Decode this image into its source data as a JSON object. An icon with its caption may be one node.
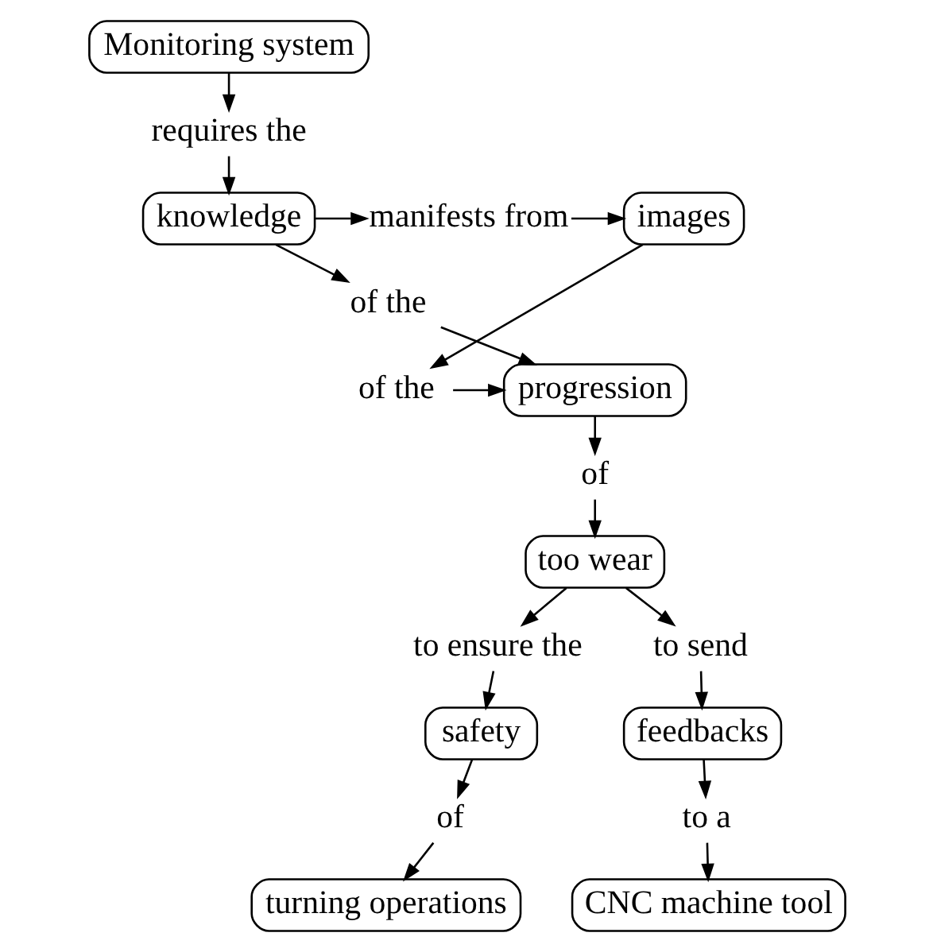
{
  "diagram": {
    "nodes": [
      {
        "text": [
          "Monitoring system"
        ]
      },
      {
        "text": [
          "requires the"
        ]
      },
      {
        "text": [
          "knowledge"
        ]
      },
      {
        "text": [
          "manifests from"
        ]
      },
      {
        "text": [
          "images"
        ]
      },
      {
        "text": [
          "of the"
        ]
      },
      {
        "text": [
          "of the"
        ]
      },
      {
        "text": [
          "progression"
        ]
      },
      {
        "text": [
          "of"
        ]
      },
      {
        "text": [
          "too wear"
        ]
      },
      {
        "text": [
          "to ensure the"
        ]
      },
      {
        "text": [
          "to send"
        ]
      },
      {
        "text": [
          "safety"
        ]
      },
      {
        "text": [
          "feedbacks"
        ]
      },
      {
        "text": [
          "of"
        ]
      },
      {
        "text": [
          "to a"
        ]
      },
      {
        "text": [
          "turning operations"
        ]
      },
      {
        "text": [
          "CNC machine tool"
        ]
      }
    ],
    "edges": [
      {
        "from": 0,
        "to": 1,
        "arrow": "to"
      },
      {
        "from": 1,
        "to": 2,
        "arrow": "to"
      },
      {
        "from": 2,
        "to": 3,
        "arrow": "to"
      },
      {
        "from": 3,
        "to": 4,
        "arrow": "to"
      },
      {
        "from": 2,
        "to": 5,
        "arrow": "to"
      },
      {
        "from": 4,
        "to": 6,
        "arrow": "to"
      },
      {
        "from": 5,
        "to": 7,
        "arrow": "to"
      },
      {
        "from": 6,
        "to": 7,
        "arrow": "to"
      },
      {
        "from": 7,
        "to": 8,
        "arrow": "to"
      },
      {
        "from": 8,
        "to": 9,
        "arrow": "to"
      },
      {
        "from": 9,
        "to": 10,
        "arrow": "to"
      },
      {
        "from": 9,
        "to": 11,
        "arrow": "to"
      },
      {
        "from": 10,
        "to": 12,
        "arrow": "to"
      },
      {
        "from": 11,
        "to": 13,
        "arrow": "to"
      },
      {
        "from": 12,
        "to": 14,
        "arrow": "to"
      },
      {
        "from": 13,
        "to": 15,
        "arrow": "to"
      },
      {
        "from": 14,
        "to": 16,
        "arrow": "to"
      },
      {
        "from": 15,
        "to": 17,
        "arrow": "to"
      }
    ]
  }
}
